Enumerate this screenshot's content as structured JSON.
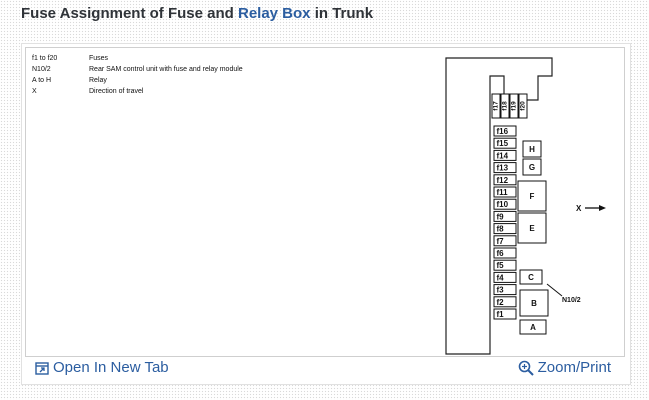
{
  "header": {
    "title_part1": "Fuse Assignment of Fuse and ",
    "title_highlight": "Relay Box",
    "title_part2": " in Trunk"
  },
  "legend": [
    {
      "code": "f1 to f20",
      "desc": "Fuses"
    },
    {
      "code": "N10/2",
      "desc": "Rear SAM control unit with fuse and relay module"
    },
    {
      "code": "A to H",
      "desc": "Relay"
    },
    {
      "code": "X",
      "desc": "Direction of travel"
    }
  ],
  "diagram": {
    "top_fuses": [
      "f17",
      "f18",
      "f19",
      "f20"
    ],
    "fuses": [
      "f16",
      "f15",
      "f14",
      "f13",
      "f12",
      "f11",
      "f10",
      "f9",
      "f8",
      "f7",
      "f6",
      "f5",
      "f4",
      "f3",
      "f2",
      "f1"
    ],
    "relays": [
      "H",
      "G",
      "F",
      "E",
      "C",
      "B",
      "A"
    ],
    "direction_label": "X",
    "module_label": "N10/2"
  },
  "footer": {
    "open_tab_label": "Open In New Tab",
    "zoom_label": "Zoom/Print"
  },
  "colors": {
    "link": "#2b5da0",
    "title": "#2f3338"
  }
}
